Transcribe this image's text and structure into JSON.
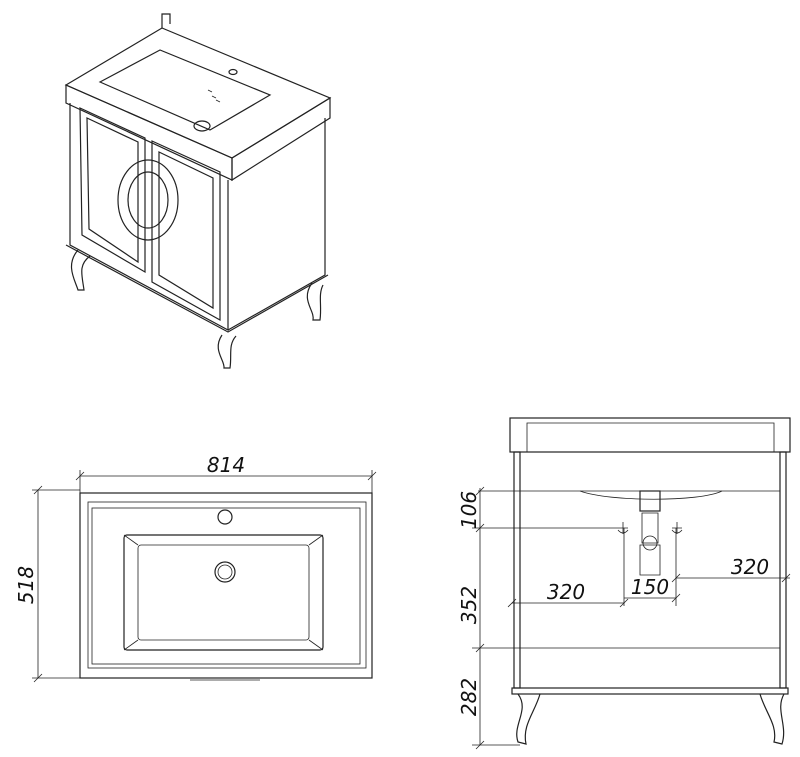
{
  "title": "Vanity unit with washbasin – dimension drawing",
  "top_view": {
    "width_label": "814",
    "depth_label": "518"
  },
  "front_view": {
    "height_106": "106",
    "height_352": "352",
    "height_282": "282",
    "left_offset": "320",
    "right_offset": "320",
    "pipe_spacing": "150"
  },
  "colors": {
    "line": "#222222",
    "background": "#ffffff"
  }
}
